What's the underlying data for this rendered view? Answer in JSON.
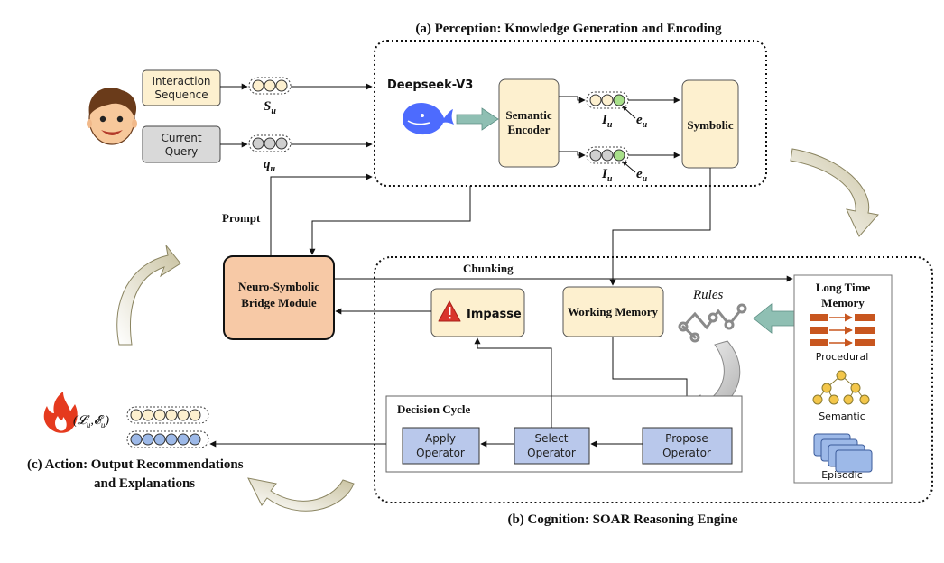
{
  "perception": {
    "title": "(a) Perception:  Knowledge Generation and Encoding",
    "model_name": "Deepseek-V3",
    "semantic_encoder": [
      "Semantic",
      "Encoder"
    ],
    "symbolic": "Symbolic",
    "label_i_upper": "I",
    "label_i_lower": "I",
    "label_e_upper": "e",
    "label_e_lower": "e",
    "subscript_u": "u"
  },
  "inputs": {
    "interaction_sequence": [
      "Interaction",
      "Sequence"
    ],
    "current_query": [
      "Current",
      "Query"
    ],
    "s_label": "S",
    "q_label": "q",
    "subscript_u": "u"
  },
  "prompt_label": "Prompt",
  "chunking_label": "Chunking",
  "bridge": [
    "Neuro-Symbolic",
    "Bridge Module"
  ],
  "impasse": "Impasse",
  "working_memory": "Working Memory",
  "rules_label": "Rules",
  "long_term_memory": {
    "title": [
      "Long Time",
      "Memory"
    ],
    "procedural": "Procedural",
    "semantic": "Semantic",
    "episodic": "Episodic"
  },
  "decision_cycle": {
    "title": "Decision Cycle",
    "apply": [
      "Apply",
      "Operator"
    ],
    "select": [
      "Select",
      "Operator"
    ],
    "propose": [
      "Propose",
      "Operator"
    ]
  },
  "cognition_title": "(b) Cognition: SOAR Reasoning Engine",
  "action": {
    "title_line1": "(c) Action: Output Recommendations",
    "title_line2": "and Explanations",
    "formula_left": "(𝓛",
    "formula_mid": ",𝓔",
    "formula_right": ")",
    "subscript_u": "u"
  },
  "colors": {
    "cream_box": "#fdf0cf",
    "gray_box": "#d9d9d9",
    "bridge_box": "#f7c9a6",
    "operator_box": "#b9c8eb",
    "green_arrow": "#8fbfb3",
    "procedural_bar": "#c8561f",
    "node_fill": "#f3c64a",
    "episodic_fill": "#9db9e8",
    "deepseek_blue": "#4d6bfe",
    "fire": "#e53a1e",
    "warning_red": "#d9342b"
  }
}
